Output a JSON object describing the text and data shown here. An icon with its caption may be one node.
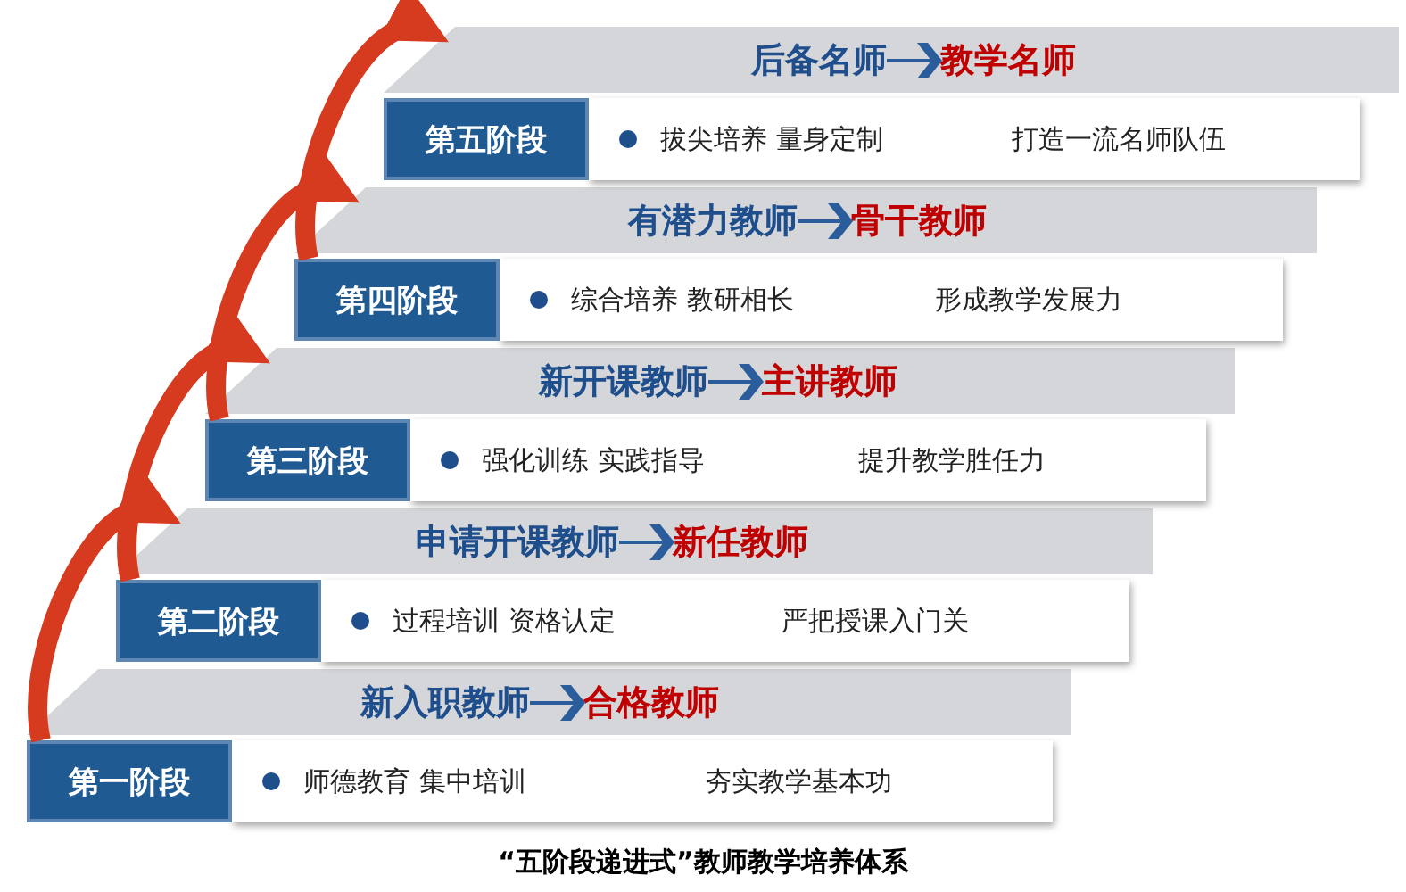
{
  "diagram": {
    "caption": "“五阶段递进式”教师教学培养体系",
    "nodes": [
      {
        "text": [
          "第一阶段"
        ],
        "beside": [
          "师德教育 集中培训"
        ]
      },
      {
        "text": [
          "新入职教师"
        ]
      },
      {
        "text": [
          "合格教师"
        ]
      },
      {
        "text": [
          "第二阶段"
        ],
        "beside": [
          "过程培训 资格认定"
        ]
      },
      {
        "text": [
          "申请开课教师"
        ]
      },
      {
        "text": [
          "新任教师"
        ]
      },
      {
        "text": [
          "第三阶段"
        ],
        "beside": [
          "强化训练 实践指导"
        ]
      },
      {
        "text": [
          "新开课教师"
        ]
      },
      {
        "text": [
          "主讲教师"
        ]
      },
      {
        "text": [
          "第四阶段"
        ],
        "beside": [
          "综合培养 教研相长"
        ]
      },
      {
        "text": [
          "有潜力教师"
        ]
      },
      {
        "text": [
          "骨干教师"
        ]
      },
      {
        "text": [
          "第五阶段"
        ],
        "beside": [
          "拔尖培养 量身定制"
        ]
      },
      {
        "text": [
          "后备名师"
        ]
      },
      {
        "text": [
          "教学名师"
        ]
      }
    ],
    "edges": [
      {
        "from": 1,
        "to": 2,
        "arrow": "to"
      },
      {
        "from": 4,
        "to": 5,
        "arrow": "to"
      },
      {
        "from": 7,
        "to": 8,
        "arrow": "to"
      },
      {
        "from": 10,
        "to": 11,
        "arrow": "to"
      },
      {
        "from": 13,
        "to": 14,
        "arrow": "to"
      },
      {
        "from": 0,
        "to": 3,
        "arrow": "to",
        "style": "thick",
        "color": "#d63a1f"
      },
      {
        "from": 3,
        "to": 6,
        "arrow": "to",
        "style": "thick",
        "color": "#d63a1f"
      },
      {
        "from": 6,
        "to": 9,
        "arrow": "to",
        "style": "thick",
        "color": "#d63a1f"
      },
      {
        "from": 9,
        "to": 12,
        "arrow": "to",
        "style": "thick",
        "color": "#d63a1f"
      }
    ],
    "labels": [
      "夯实教学基本功",
      "严把授课入门关",
      "提升教学胜任力",
      "形成教学发展力",
      "打造一流名师队伍"
    ]
  }
}
